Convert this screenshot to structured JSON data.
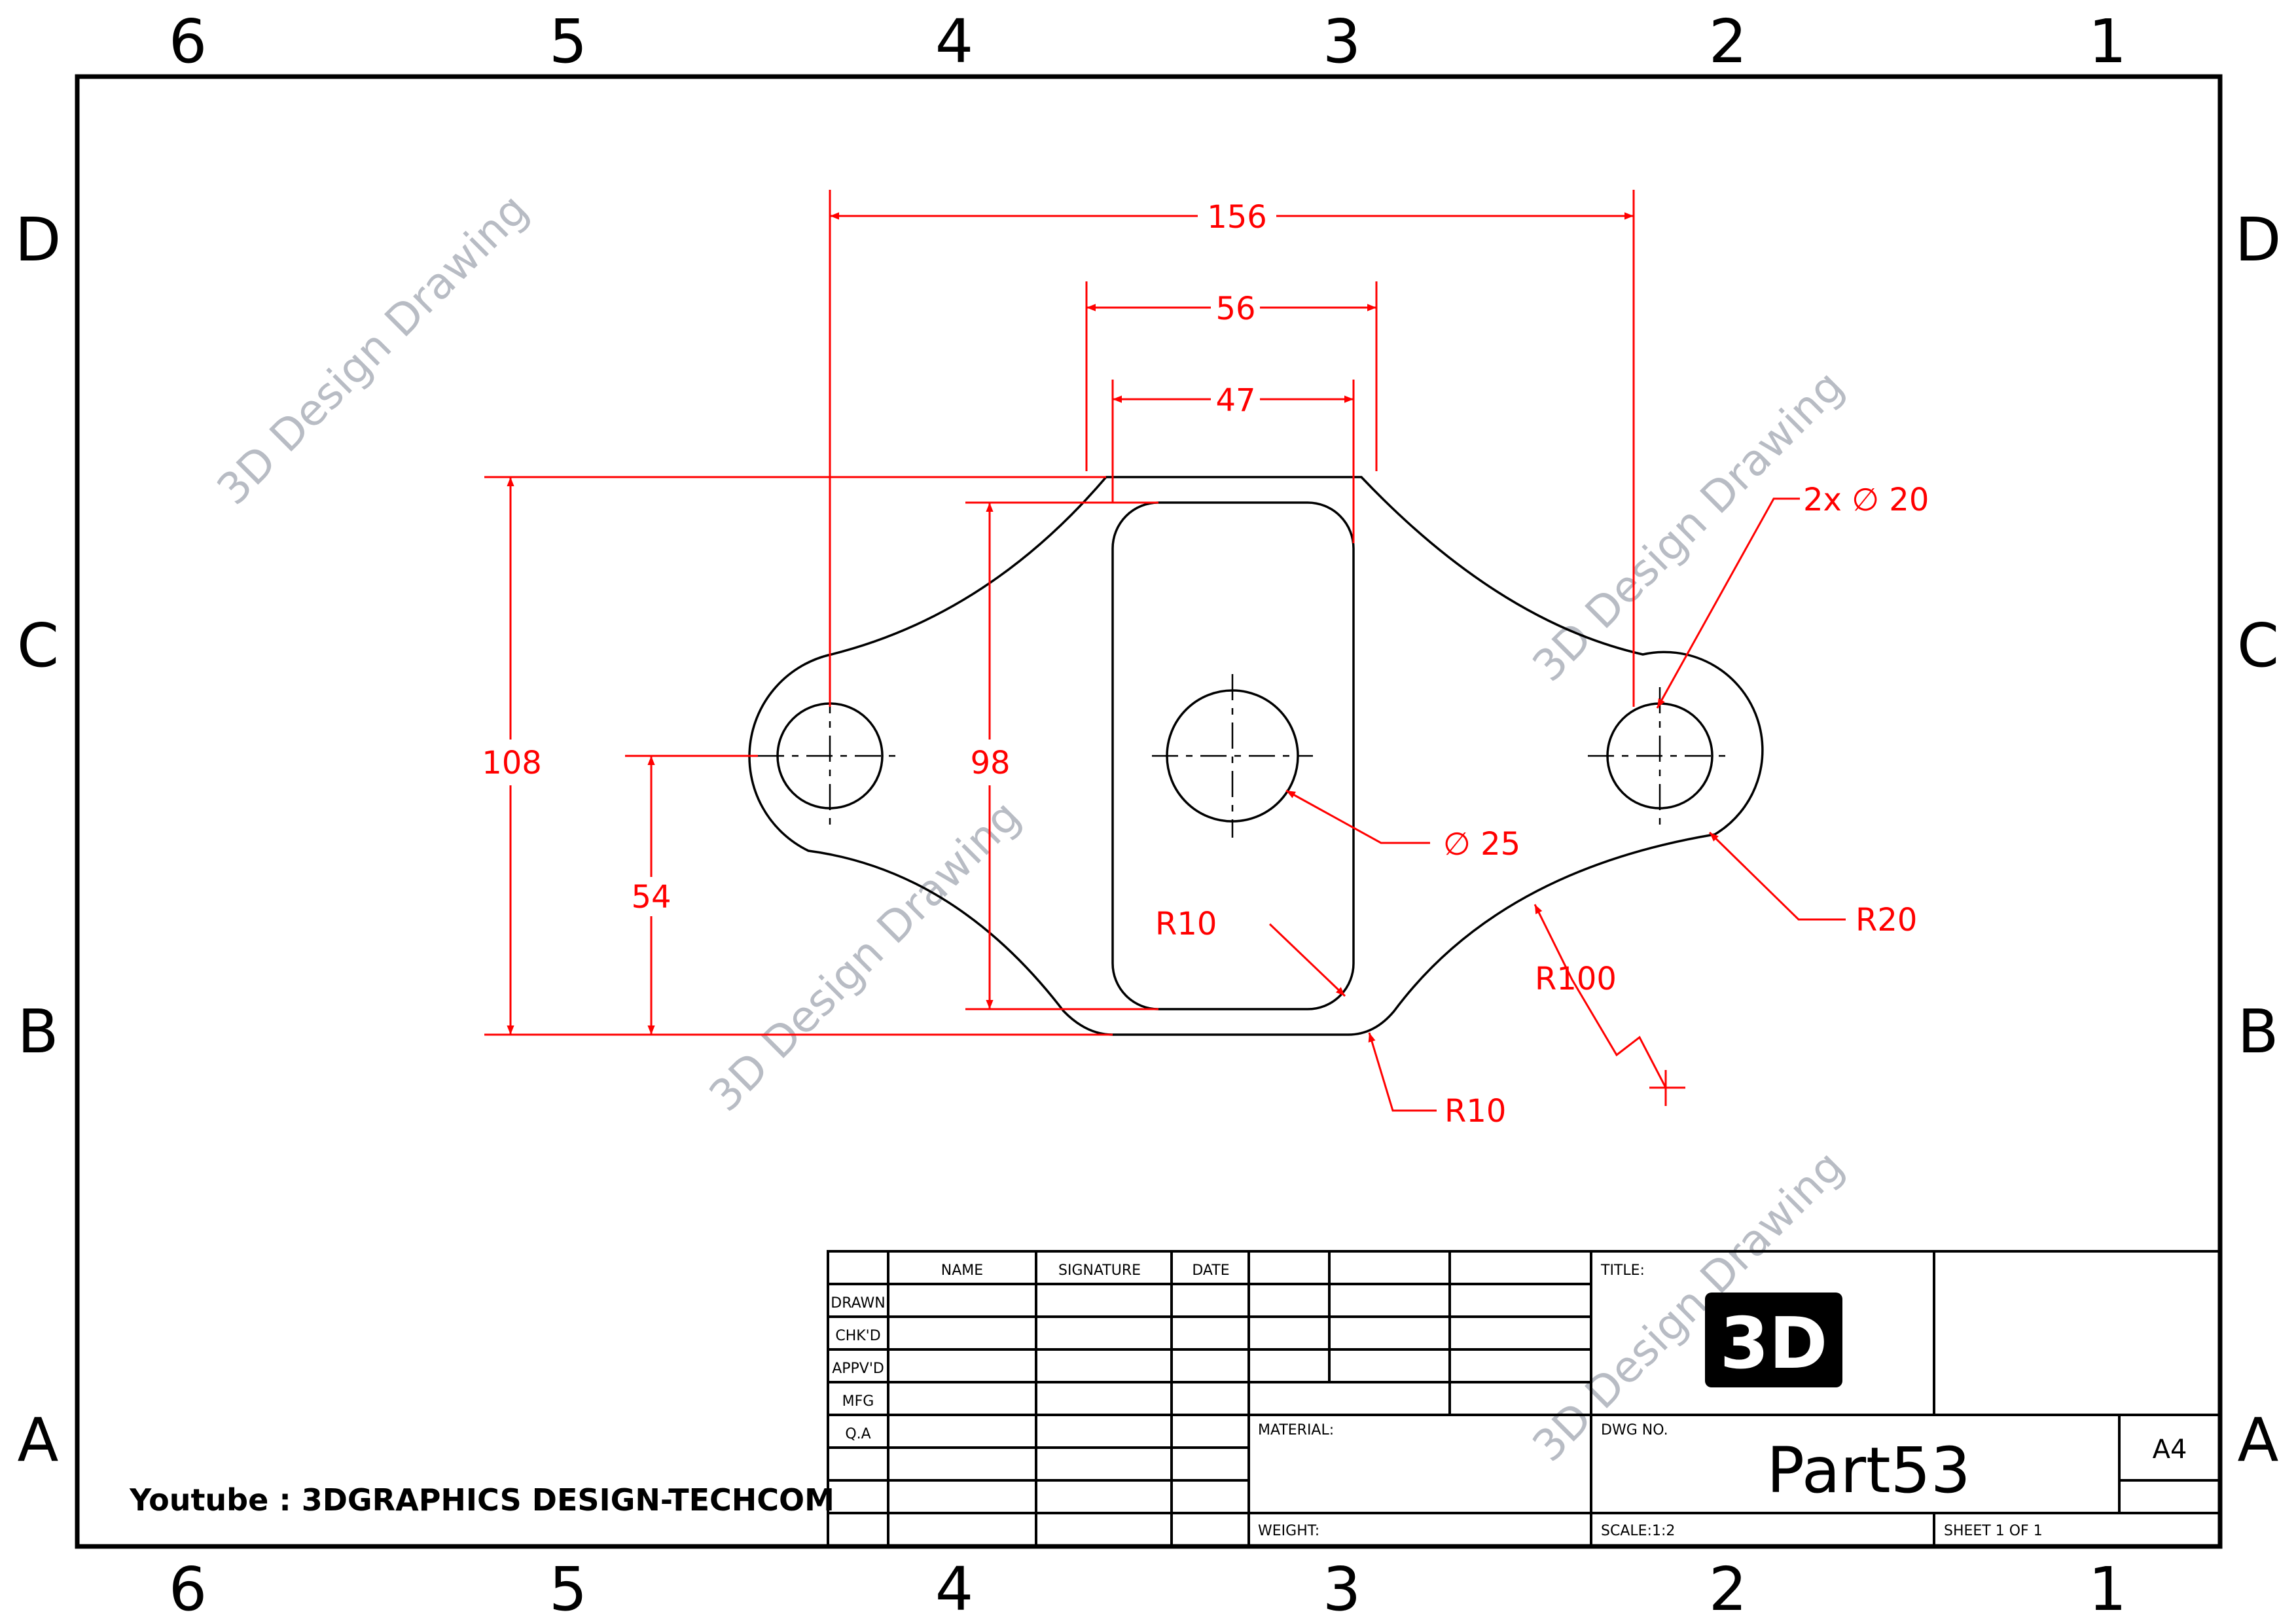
{
  "zones": {
    "columns": [
      "6",
      "5",
      "4",
      "3",
      "2",
      "1"
    ],
    "rows": [
      "D",
      "C",
      "B",
      "A"
    ]
  },
  "dimensions": {
    "overall_hole_spacing": "156",
    "top_outer_width": "56",
    "slot_width": "47",
    "overall_height": "108",
    "slot_height": "98",
    "center_height": "54",
    "hole_callout": "2x ∅ 20",
    "center_hole_callout": "∅ 25",
    "slot_corner_radius": "R10",
    "lobe_radius": "R20",
    "arc_radius": "R100",
    "bottom_fillet_radius": "R10"
  },
  "watermark": "3D Design Drawing",
  "youtube_label": "Youtube : 3DGRAPHICS DESIGN-TECHCOM",
  "title_block": {
    "col_name": "NAME",
    "col_signature": "SIGNATURE",
    "col_date": "DATE",
    "row_drawn": "DRAWN",
    "row_chkd": "CHK'D",
    "row_appvd": "APPV'D",
    "row_mfg": "MFG",
    "row_qa": "Q.A",
    "title_label": "TITLE:",
    "logo_text": "3D",
    "material_label": "MATERIAL:",
    "weight_label": "WEIGHT:",
    "dwg_no_label": "DWG NO.",
    "dwg_no": "Part53",
    "size": "A4",
    "scale": "SCALE:1:2",
    "sheet": "SHEET 1 OF 1"
  },
  "colors": {
    "dimension": "#ff0000",
    "outline": "#000000",
    "watermark": "#b8bcc4"
  }
}
